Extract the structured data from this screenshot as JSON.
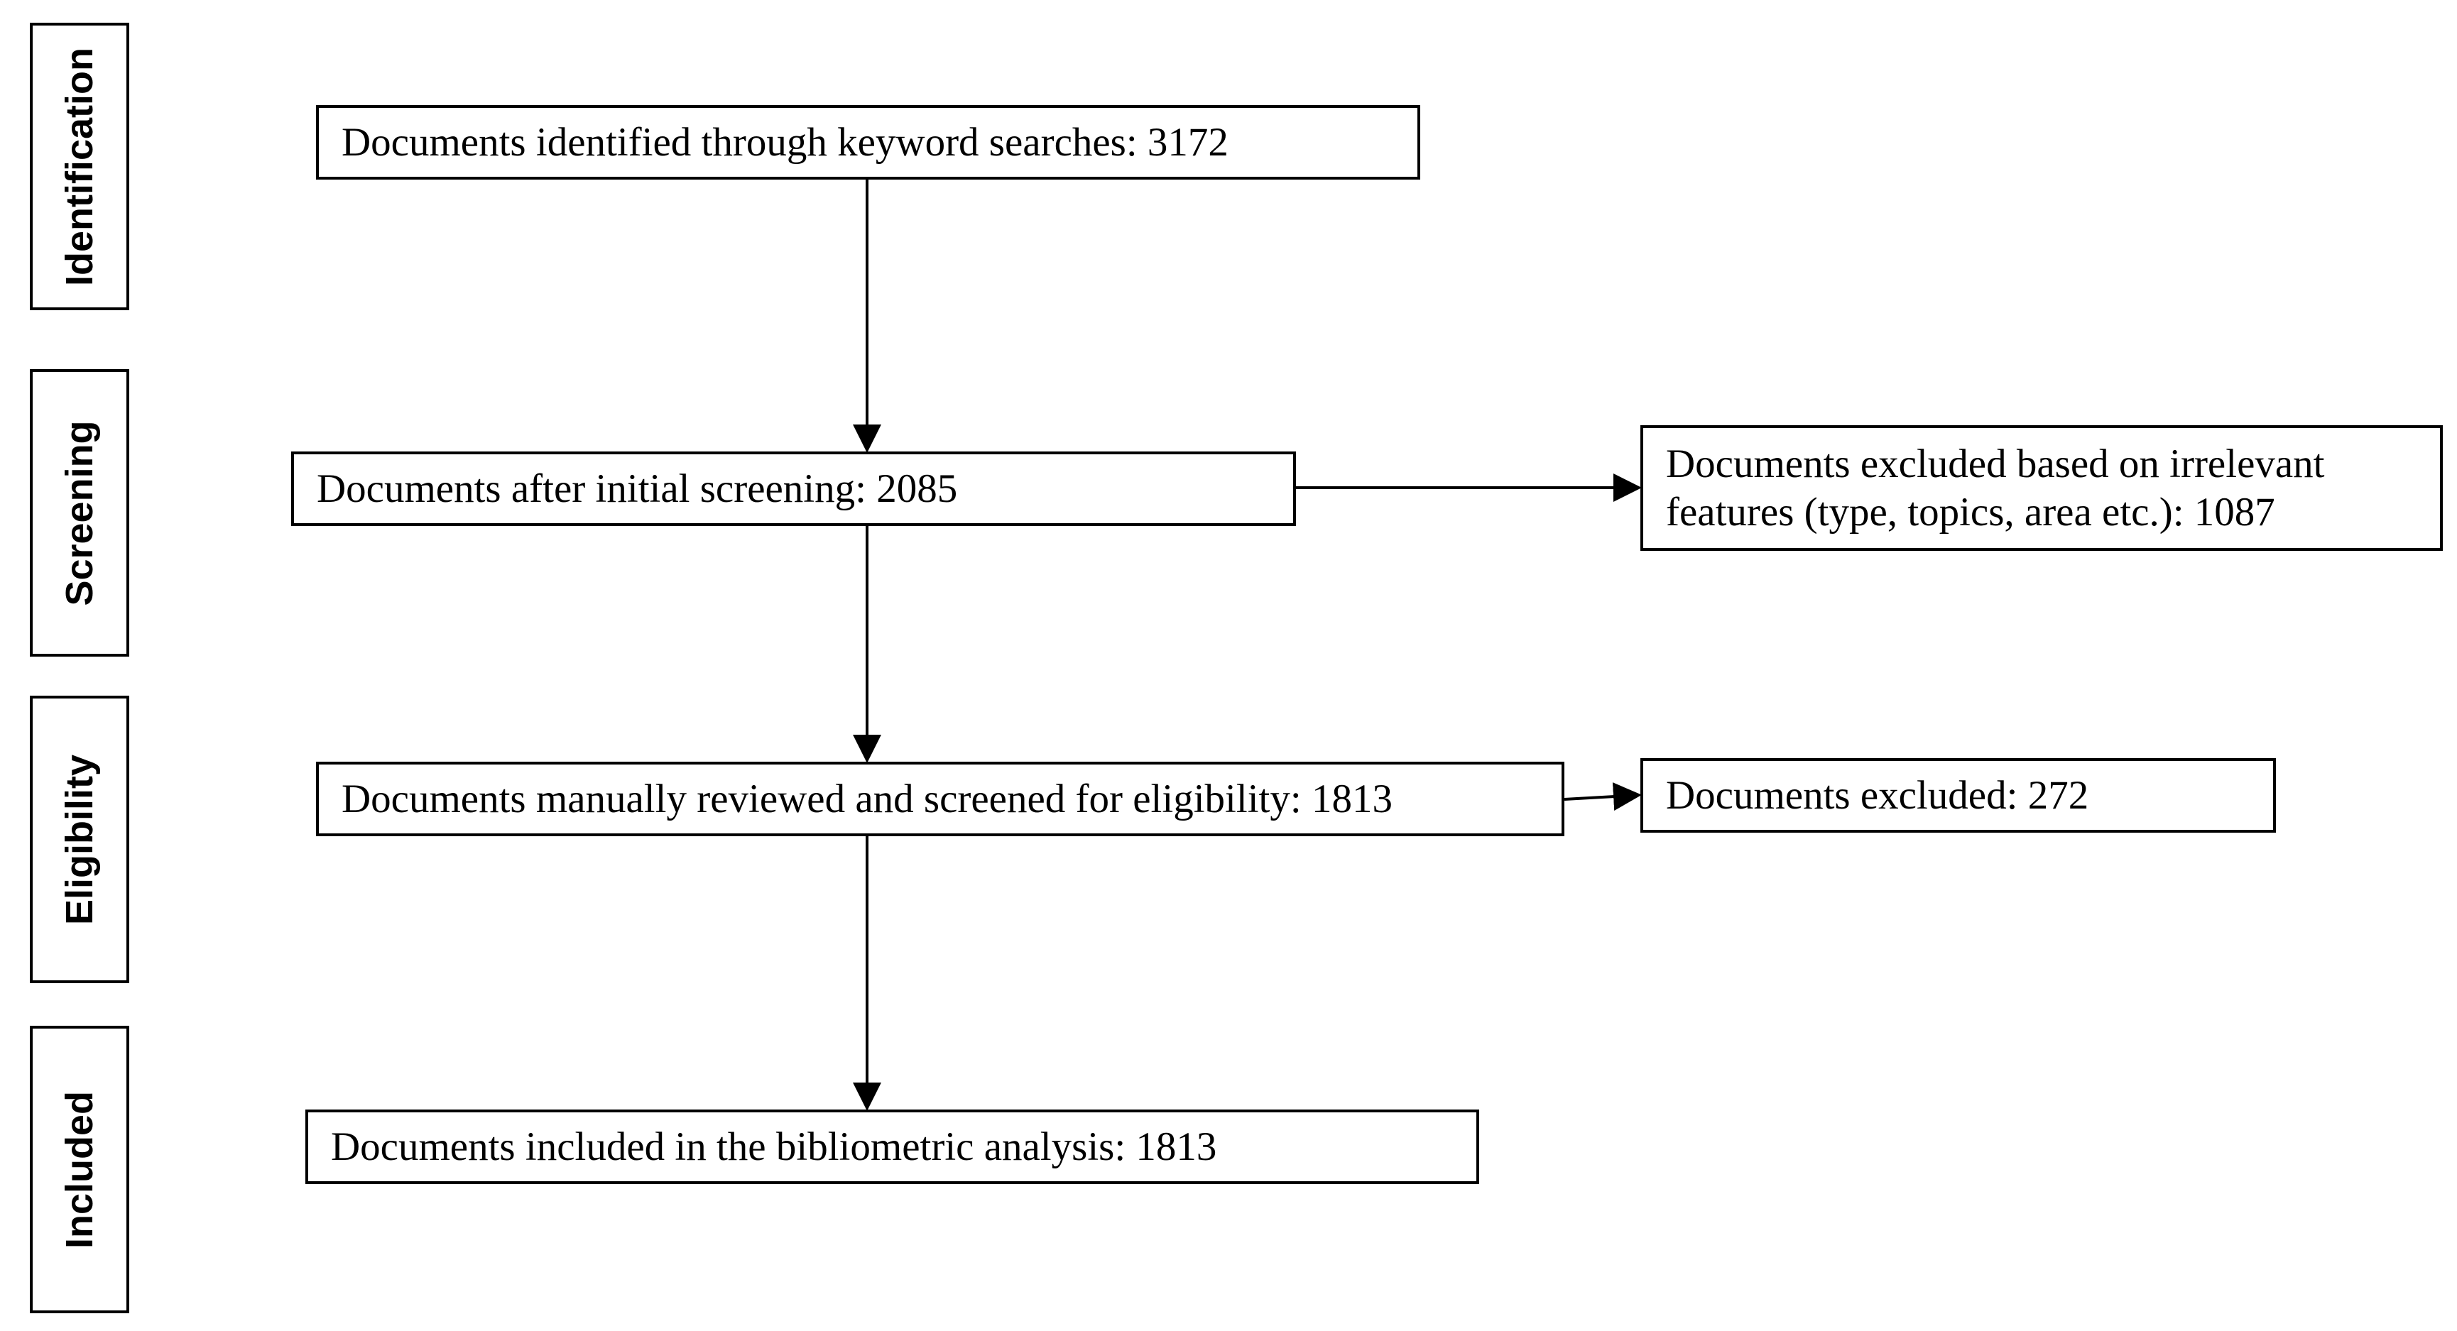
{
  "stages": [
    {
      "id": "identification",
      "label": "Identification"
    },
    {
      "id": "screening",
      "label": "Screening"
    },
    {
      "id": "eligibility",
      "label": "Eligibility"
    },
    {
      "id": "included",
      "label": "Included"
    }
  ],
  "boxes": {
    "identified": {
      "text": "Documents identified through keyword searches: 3172"
    },
    "screened": {
      "text": "Documents after initial screening: 2085"
    },
    "excluded_features": {
      "line1": "Documents excluded based on irrelevant",
      "line2": "features (type, topics, area etc.): 1087"
    },
    "reviewed": {
      "text": "Documents manually reviewed and screened for eligibility: 1813"
    },
    "excluded": {
      "text": "Documents excluded: 272"
    },
    "included": {
      "text": "Documents included in the bibliometric analysis: 1813"
    }
  }
}
